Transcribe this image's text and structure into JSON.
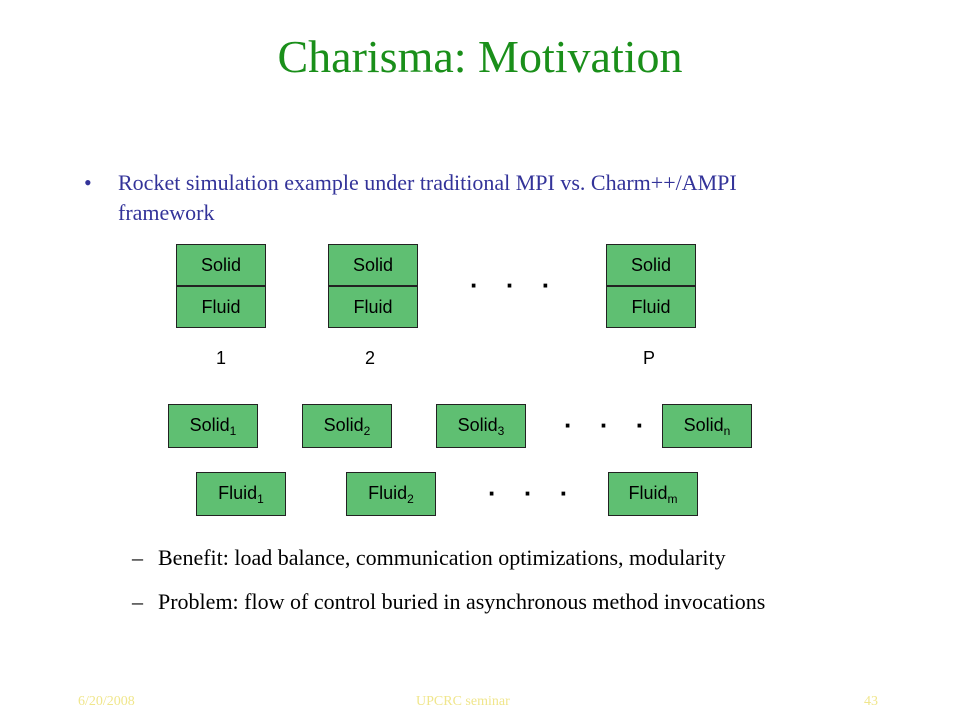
{
  "slide": {
    "title": "Charisma: Motivation",
    "bullet_symbol": "•",
    "bullet_text": "Rocket simulation example under traditional MPI vs. Charm++/AMPI framework",
    "dash_symbol": "–",
    "sub_bullets": [
      "Benefit: load balance, communication optimizations, modularity",
      "Problem: flow of control buried in asynchronous method invocations"
    ],
    "footer": {
      "date": "6/20/2008",
      "center": "UPCRC seminar",
      "page": "43"
    }
  },
  "diagram": {
    "mpi_solid_label": "Solid",
    "mpi_fluid_label": "Fluid",
    "mpi_indices": [
      "1",
      "2",
      "P"
    ],
    "ellipsis": "· · ·",
    "charm_solid": [
      {
        "base": "Solid",
        "sub": "1"
      },
      {
        "base": "Solid",
        "sub": "2"
      },
      {
        "base": "Solid",
        "sub": "3"
      },
      {
        "base": "Solid",
        "sub": "n"
      }
    ],
    "charm_fluid": [
      {
        "base": "Fluid",
        "sub": "1"
      },
      {
        "base": "Fluid",
        "sub": "2"
      },
      {
        "base": "Fluid",
        "sub": "m"
      }
    ],
    "box_color": "#5fbf72"
  }
}
